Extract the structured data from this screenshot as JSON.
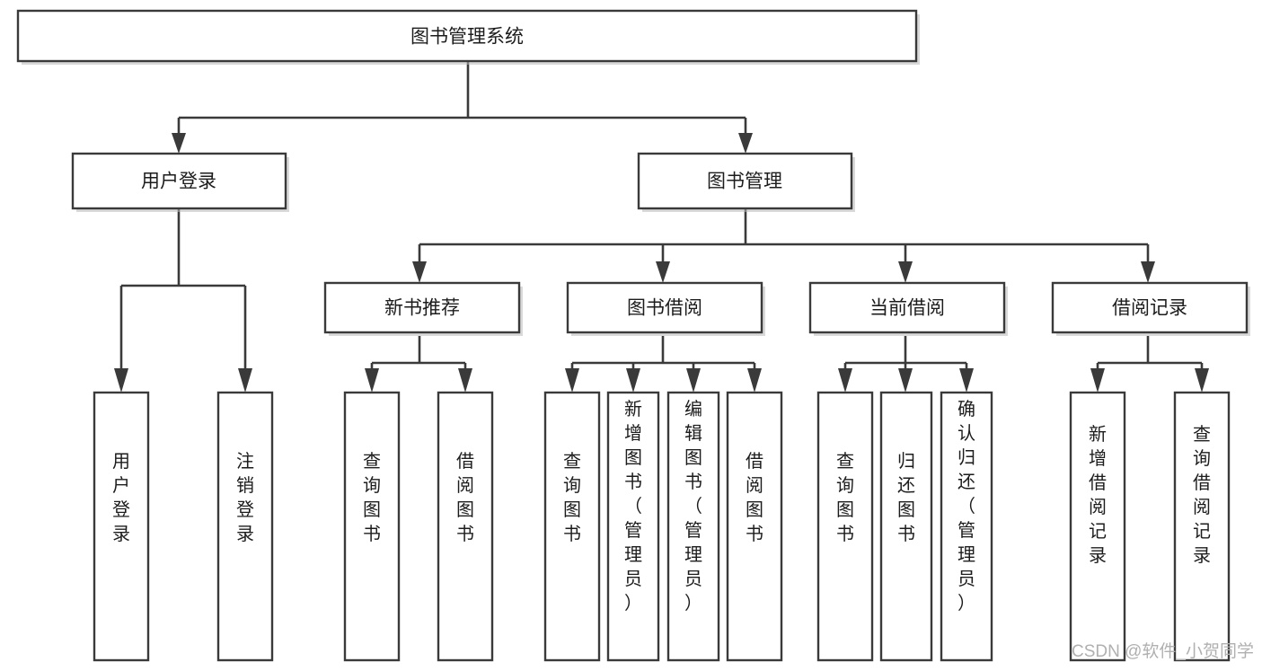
{
  "diagram": {
    "title": "图书管理系统",
    "type": "tree-hierarchy",
    "watermark": "CSDN @软件_小贺同学",
    "colors": {
      "background": "#ffffff",
      "box_stroke": "#3a3a3a",
      "box_fill": "#ffffff",
      "text": "#1c1c1c",
      "connector": "#3a3a3a",
      "watermark": "#b0b0b0"
    },
    "root": {
      "label": "图书管理系统",
      "orientation": "horizontal"
    },
    "level2": [
      {
        "label": "用户登录",
        "orientation": "horizontal"
      },
      {
        "label": "图书管理",
        "orientation": "horizontal"
      }
    ],
    "level3": [
      {
        "label": "新书推荐",
        "orientation": "horizontal"
      },
      {
        "label": "图书借阅",
        "orientation": "horizontal"
      },
      {
        "label": "当前借阅",
        "orientation": "horizontal"
      },
      {
        "label": "借阅记录",
        "orientation": "horizontal"
      }
    ],
    "leaves_user_login": [
      {
        "label": "用户登录",
        "orientation": "vertical"
      },
      {
        "label": "注销登录",
        "orientation": "vertical"
      }
    ],
    "leaves_new_book": [
      {
        "label": "查询图书",
        "orientation": "vertical"
      },
      {
        "label": "借阅图书",
        "orientation": "vertical"
      }
    ],
    "leaves_book_borrow": [
      {
        "label": "查询图书",
        "orientation": "vertical"
      },
      {
        "label": "新增图书（管理员）",
        "orientation": "vertical"
      },
      {
        "label": "编辑图书（管理员）",
        "orientation": "vertical"
      },
      {
        "label": "借阅图书",
        "orientation": "vertical"
      }
    ],
    "leaves_current_borrow": [
      {
        "label": "查询图书",
        "orientation": "vertical"
      },
      {
        "label": "归还图书",
        "orientation": "vertical"
      },
      {
        "label": "确认归还（管理员）",
        "orientation": "vertical"
      }
    ],
    "leaves_borrow_record": [
      {
        "label": "新增借阅记录",
        "orientation": "vertical"
      },
      {
        "label": "查询借阅记录",
        "orientation": "vertical"
      }
    ]
  }
}
